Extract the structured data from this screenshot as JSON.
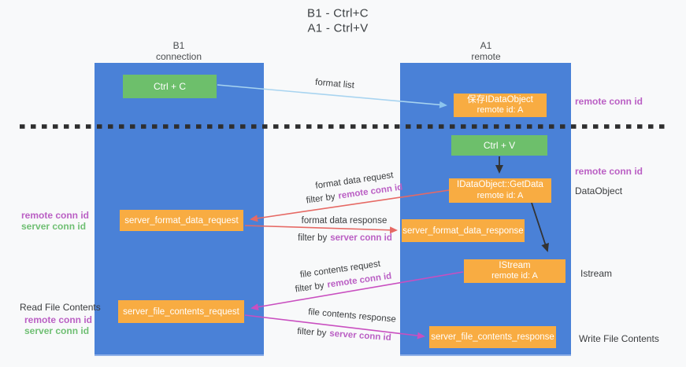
{
  "title": {
    "line1": "B1 - Ctrl+C",
    "line2": "A1 - Ctrl+V"
  },
  "lifelines": {
    "left": {
      "name": "B1",
      "role": "connection"
    },
    "right": {
      "name": "A1",
      "role": "remote"
    }
  },
  "nodes": {
    "ctrl_c": "Ctrl + C",
    "ctrl_v": "Ctrl + V",
    "save_dataobject": {
      "line1": "保存IDataObject",
      "line2": "remote id: A"
    },
    "getdata": {
      "line1": "IDataObject::GetData",
      "line2": "remote id: A"
    },
    "istream": {
      "line1": "IStream",
      "line2": "remote id: A"
    },
    "format_request": "server_format_data_request",
    "format_response": "server_format_data_response",
    "file_request": "server_file_contents_request",
    "file_response": "server_file_contents_response"
  },
  "arrow_labels": {
    "format_list": "format list",
    "format_data_request": "format data request",
    "format_data_response": "format data response",
    "file_contents_request": "file contents request",
    "file_contents_response": "file contents response",
    "filter_by": "filter by",
    "remote_conn_id": "remote conn id",
    "server_conn_id": "server conn id"
  },
  "side_labels": {
    "remote_conn_id_top": "remote conn id",
    "remote_conn_id_mid": "remote conn id",
    "dataobject": "DataObject",
    "istream": "Istream",
    "write_file_contents": "Write File Contents",
    "read_file_contents": "Read File Contents",
    "left_remote_conn_id_1": "remote conn id",
    "left_server_conn_id_1": "server conn id",
    "left_remote_conn_id_2": "remote conn id",
    "left_server_conn_id_2": "server conn id"
  },
  "colors": {
    "background": "#f8f9fa",
    "column_blue": "#4a81d7",
    "box_green": "#6dbf6b",
    "box_orange": "#f8ac42",
    "arrow_blue": "#a8d4f0",
    "arrow_black": "#333333",
    "arrow_red": "#e66964",
    "arrow_magenta": "#c94fc0",
    "text_purple": "#ba5fc4",
    "text_green": "#6fbf73",
    "dashed_separator": "#2e2e2e"
  }
}
